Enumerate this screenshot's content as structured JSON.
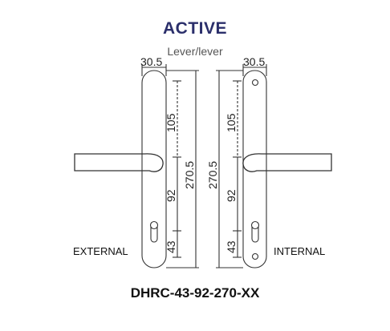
{
  "title": "ACTIVE",
  "subtitle": "Lever/lever",
  "product_code": "DHRC-43-92-270-XX",
  "left_handle": {
    "side_label": "EXTERNAL",
    "width_dim": "30.5",
    "dim_upper": "105",
    "dim_total": "270.5",
    "dim_mid": "92",
    "dim_lower": "43"
  },
  "right_handle": {
    "side_label": "INTERNAL",
    "width_dim": "30.5",
    "dim_total": "270.5",
    "dim_upper": "105",
    "dim_mid": "92",
    "dim_lower": "43"
  }
}
